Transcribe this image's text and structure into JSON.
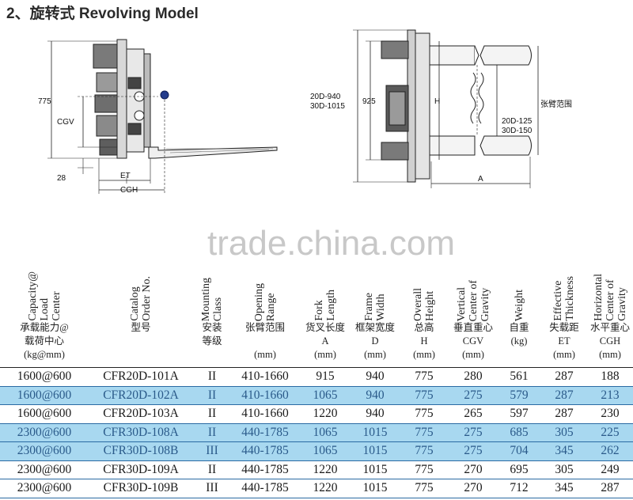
{
  "title": "2、旋转式 Revolving Model",
  "watermark": "trade.china.com",
  "diagram_labels": {
    "dim_775": "775",
    "dim_cgv": "CGV",
    "dim_28": "28",
    "dim_et": "ET",
    "dim_cgh": "CGH",
    "dim_20d940": "20D-940",
    "dim_30d1015": "30D-1015",
    "dim_925": "925",
    "dim_h": "H",
    "dim_20d125": "20D-125",
    "dim_30d150": "30D-150",
    "dim_range": "张臂范围",
    "dim_a": "A"
  },
  "columns": [
    {
      "en": "Capacity@\nLoad\nCenter",
      "zh": "承载能力@\n载荷中心\n(kg@mm)"
    },
    {
      "en": "Catalog\nOrder No.",
      "zh": "型号"
    },
    {
      "en": "Mounting\nClass",
      "zh": "安装\n等级"
    },
    {
      "en": "Opening\nRange",
      "zh": "张臂范围\n\n(mm)"
    },
    {
      "en": "Fork\nLength",
      "zh": "货叉长度\nA\n(mm)"
    },
    {
      "en": "Frame\nWidth",
      "zh": "框架宽度\nD\n(mm)"
    },
    {
      "en": "Overall\nHeight",
      "zh": "总高\nH\n(mm)"
    },
    {
      "en": "Vertical\nCenter of\nGravity",
      "zh": "垂直重心\nCGV\n(mm)"
    },
    {
      "en": "Weight",
      "zh": "自重\n(kg)"
    },
    {
      "en": "Effective\nThickness",
      "zh": "失载距\nET\n(mm)"
    },
    {
      "en": "Horizontal\nCenter of\nGravity",
      "zh": "水平重心\nCGH\n(mm)"
    }
  ],
  "rows": [
    {
      "highlight": false,
      "cells": [
        "1600@600",
        "CFR20D-101A",
        "II",
        "410-1660",
        "915",
        "940",
        "775",
        "280",
        "561",
        "287",
        "188"
      ]
    },
    {
      "highlight": true,
      "cells": [
        "1600@600",
        "CFR20D-102A",
        "II",
        "410-1660",
        "1065",
        "940",
        "775",
        "275",
        "579",
        "287",
        "213"
      ]
    },
    {
      "highlight": false,
      "cells": [
        "1600@600",
        "CFR20D-103A",
        "II",
        "410-1660",
        "1220",
        "940",
        "775",
        "265",
        "597",
        "287",
        "230"
      ]
    },
    {
      "highlight": true,
      "cells": [
        "2300@600",
        "CFR30D-108A",
        "II",
        "440-1785",
        "1065",
        "1015",
        "775",
        "275",
        "685",
        "305",
        "225"
      ]
    },
    {
      "highlight": true,
      "cells": [
        "2300@600",
        "CFR30D-108B",
        "III",
        "440-1785",
        "1065",
        "1015",
        "775",
        "275",
        "704",
        "345",
        "262"
      ]
    },
    {
      "highlight": false,
      "cells": [
        "2300@600",
        "CFR30D-109A",
        "II",
        "440-1785",
        "1220",
        "1015",
        "775",
        "270",
        "695",
        "305",
        "249"
      ]
    },
    {
      "highlight": false,
      "cells": [
        "2300@600",
        "CFR30D-109B",
        "III",
        "440-1785",
        "1220",
        "1015",
        "775",
        "270",
        "712",
        "345",
        "287"
      ]
    }
  ],
  "colors": {
    "highlight_row": "#a8d8f0",
    "highlight_text": "#2a5a8a",
    "rule": "#2a6aa3"
  }
}
